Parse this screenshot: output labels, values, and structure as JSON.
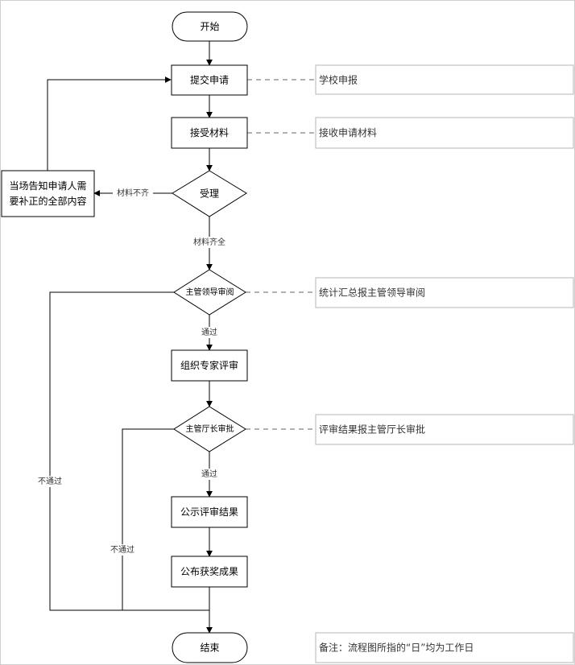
{
  "nodes": {
    "start": "开始",
    "submit": "提交申请",
    "accept_materials": "接受材料",
    "acceptance": "受理",
    "notify_line1": "当场告知申请人需",
    "notify_line2": "要补正的全部内容",
    "leader_review": "主管领导审阅",
    "expert_review": "组织专家评审",
    "director_approval": "主管厅长审批",
    "publish_results": "公示评审结果",
    "announce_awards": "公布获奖成果",
    "end": "结束"
  },
  "side_notes": {
    "school_report": "学校申报",
    "receive_materials": "接收申请材料",
    "stats_report": "统计汇总报主管领导审阅",
    "result_report": "评审结果报主管厅长审批",
    "remark": "备注：流程图所指的“日”均为工作日"
  },
  "edge_labels": {
    "incomplete": "材料不齐",
    "complete": "材料齐全",
    "pass1": "通过",
    "pass2": "通过",
    "fail1": "不通过",
    "fail2": "不通过"
  }
}
